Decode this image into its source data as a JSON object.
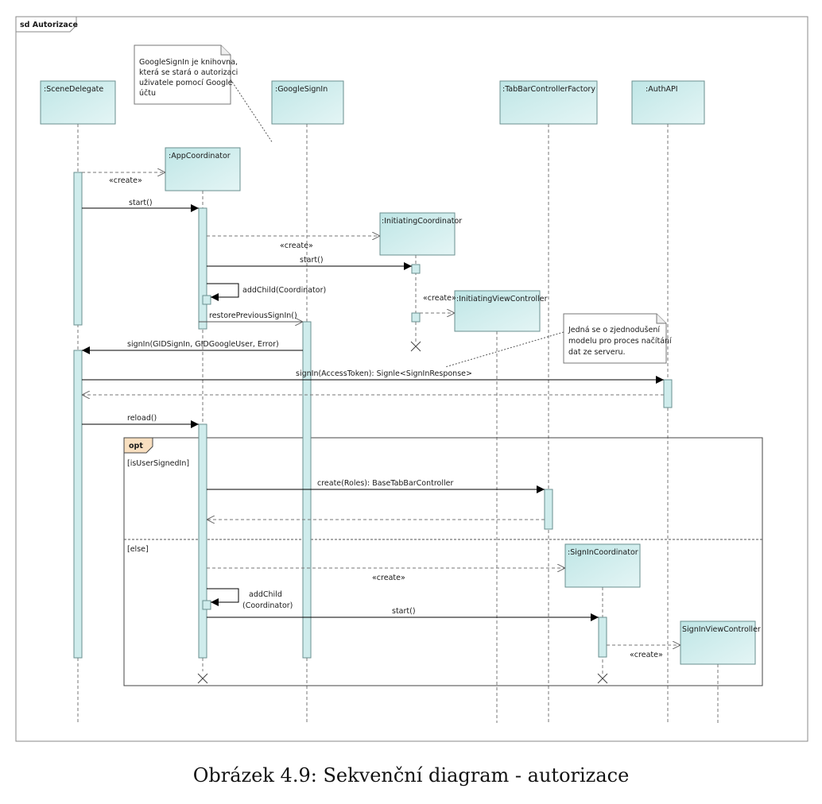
{
  "frame": {
    "title": "sd Autorizace"
  },
  "lifelines": {
    "scene_delegate": ":SceneDelegate",
    "app_coordinator": ":AppCoordinator",
    "google_sign_in": ":GoogleSignIn",
    "initiating_coordinator": ":InitiatingCoordinator",
    "initiating_view_controller": ":InitiatingViewController",
    "tab_bar_factory": ":TabBarControllerFactory",
    "auth_api": ":AuthAPI",
    "sign_in_coordinator": ":SignInCoordinator",
    "sign_in_view_controller": "SignInViewController"
  },
  "notes": {
    "google_note": [
      "GoogleSignIn je knihovna,",
      "která se stará o autorizaci",
      "uživatele pomocí Google",
      "účtu"
    ],
    "auth_note": [
      "Jedná se o zjednodušení",
      "modelu pro proces načítání",
      "dat ze serveru."
    ]
  },
  "messages": {
    "create_app_coordinator": "«create»",
    "start_app": "start()",
    "create_initiating": "«create»",
    "start_initiating": "start()",
    "add_child_1": "addChild(Coordinator)",
    "create_initiating_vc": "«create»",
    "restore_previous": "restorePreviousSignIn()",
    "sign_in_callback": "signIn(GIDSignIn, GIDGoogleUser, Error)",
    "sign_in_api": "signIn(AccessToken): Signle<SignInResponse>",
    "reload": "reload()",
    "create_roles": "create(Roles): BaseTabBarController",
    "create_sign_in": "«create»",
    "add_child_2_line1": "addChild",
    "add_child_2_line2": "(Coordinator)",
    "start_sign_in": "start()",
    "create_sign_in_vc": "«create»"
  },
  "fragment": {
    "operator": "opt",
    "guard_1": "[isUserSignedIn]",
    "guard_2": "[else]"
  },
  "caption": "Obrázek 4.9: Sekvenční diagram - autorizace"
}
